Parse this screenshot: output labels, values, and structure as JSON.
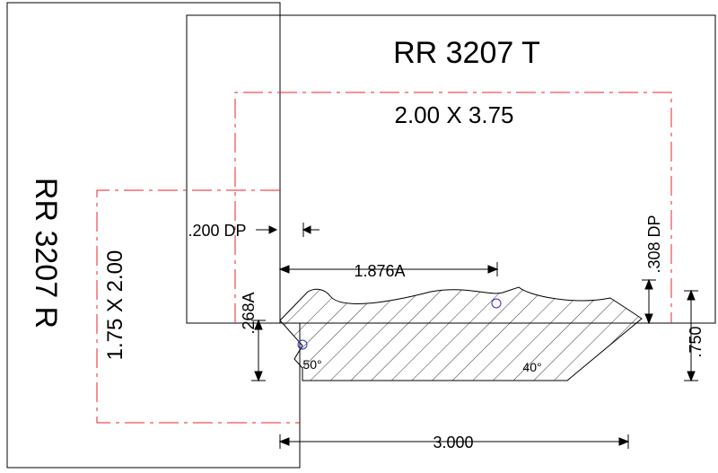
{
  "drawing": {
    "part_t_label": "RR 3207 T",
    "part_t_size": "2.00 X 3.75",
    "part_r_label": "RR 3207 R",
    "part_r_size": "1.75 X 2.00",
    "dim_200dp": ".200 DP",
    "dim_308dp": ".308 DP",
    "dim_1876a": "1.876A",
    "dim_268a": ".268A",
    "dim_750": ".750",
    "dim_3000": "3.000",
    "angle_left": "50°",
    "angle_right": "40°"
  },
  "colors": {
    "outline": "#000000",
    "stock_dashed": "#e8262a",
    "center_mark": "#2b2bd6"
  }
}
